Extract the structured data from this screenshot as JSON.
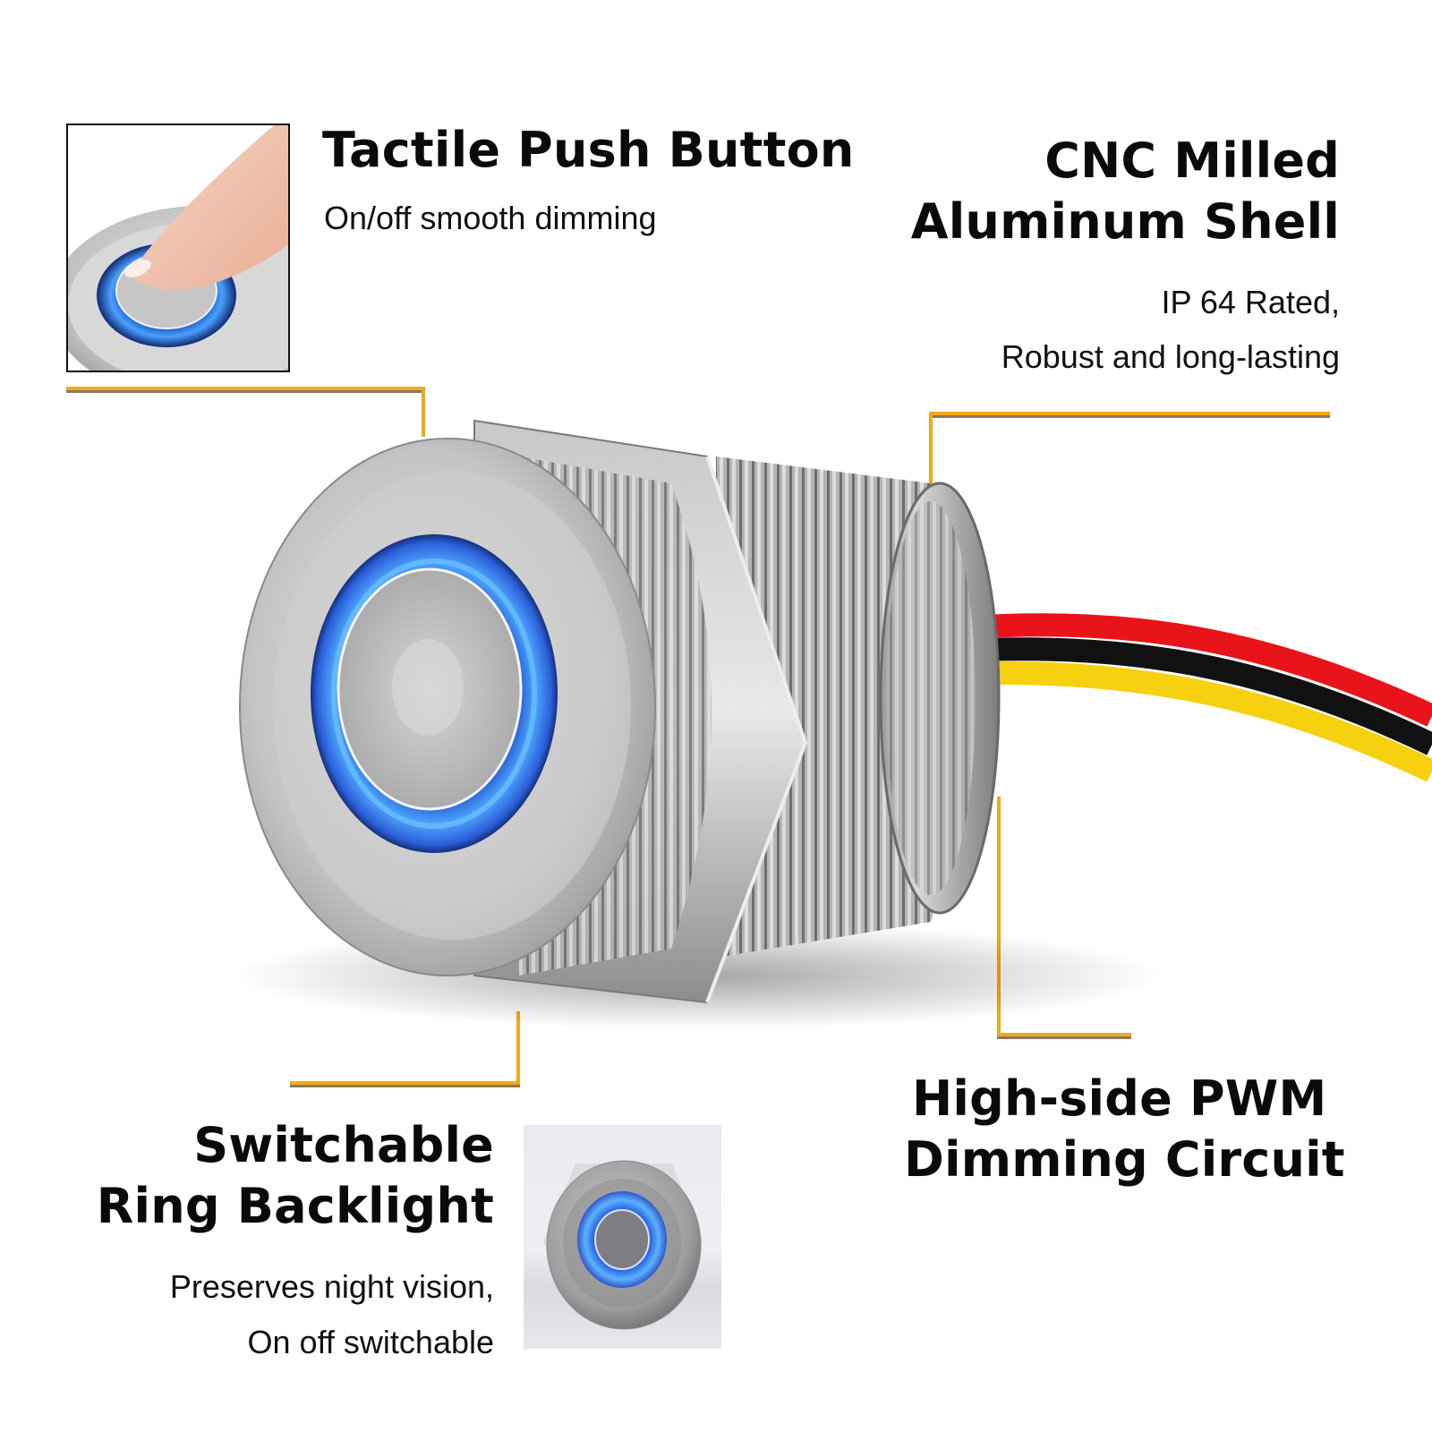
{
  "features": [
    {
      "id": "tactile",
      "title": "Tactile Push Button",
      "description_lines": [
        "On/off smooth dimming"
      ]
    },
    {
      "id": "cnc",
      "title_lines": [
        "CNC Milled",
        "Aluminum Shell"
      ],
      "description_lines": [
        "IP 64 Rated,",
        "Robust and long-lasting"
      ]
    },
    {
      "id": "backlight",
      "title_lines": [
        "Switchable",
        "Ring Backlight"
      ],
      "description_lines": [
        "Preserves night vision,",
        "On off switchable"
      ]
    },
    {
      "id": "pwm",
      "title_lines": [
        "High-side PWM",
        "Dimming Circuit"
      ]
    }
  ],
  "images": {
    "hero": "push-button-switch-with-blue-led-ring-and-wires",
    "inset_top": "finger-pressing-blue-led-button",
    "inset_bottom": "front-view-blue-led-ring-button"
  },
  "colors": {
    "callout_line": "#f2a81d",
    "led_ring": "#3a8cf0",
    "wire_red": "#e8141a",
    "wire_black": "#111111",
    "wire_yellow": "#f7d10f",
    "metal": "#b8b8b8"
  }
}
